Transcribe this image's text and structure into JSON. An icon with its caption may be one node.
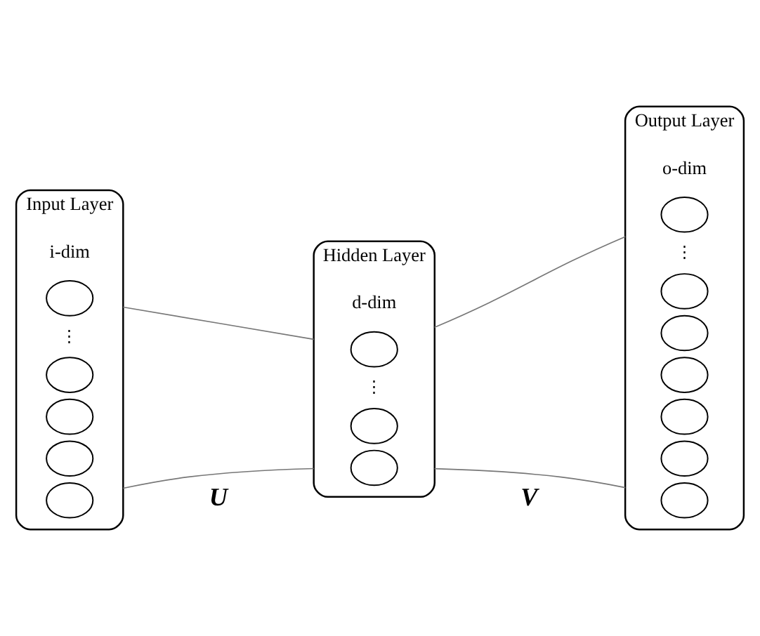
{
  "diagram": {
    "nodes": [
      {
        "text": [
          "Input Layer"
        ],
        "beside": [
          "i-dim"
        ]
      },
      {
        "text": [],
        "shape": "circle",
        "in": 0
      },
      {
        "text": [],
        "shape": "circle",
        "in": 0
      },
      {
        "text": [],
        "shape": "circle",
        "in": 0
      },
      {
        "text": [],
        "shape": "circle",
        "in": 0
      },
      {
        "text": [],
        "shape": "circle",
        "in": 0
      },
      {
        "text": [
          "Hidden Layer"
        ],
        "beside": [
          "d-dim"
        ]
      },
      {
        "text": [],
        "shape": "circle",
        "in": 6
      },
      {
        "text": [],
        "shape": "circle",
        "in": 6
      },
      {
        "text": [],
        "shape": "circle",
        "in": 6
      },
      {
        "text": [
          "Output Layer"
        ],
        "beside": [
          "o-dim"
        ]
      },
      {
        "text": [],
        "shape": "circle",
        "in": 10
      },
      {
        "text": [],
        "shape": "circle",
        "in": 10
      },
      {
        "text": [],
        "shape": "circle",
        "in": 10
      },
      {
        "text": [],
        "shape": "circle",
        "in": 10
      },
      {
        "text": [],
        "shape": "circle",
        "in": 10
      },
      {
        "text": [],
        "shape": "circle",
        "in": 10
      },
      {
        "text": [],
        "shape": "circle",
        "in": 10
      }
    ],
    "edges": [
      {
        "from": 0,
        "to": 6,
        "arrow": "none"
      },
      {
        "from": 0,
        "to": 6,
        "arrow": "none"
      },
      {
        "from": 6,
        "to": 10,
        "arrow": "none"
      },
      {
        "from": 6,
        "to": 10,
        "arrow": "none"
      }
    ],
    "labels": [
      "⋮",
      "U",
      "⋮",
      "V",
      "⋮"
    ]
  }
}
